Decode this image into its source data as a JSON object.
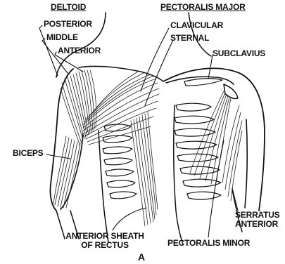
{
  "labels": {
    "deltoid": "DELTOID",
    "posterior": "POSTERIOR",
    "middle": "MIDDLE",
    "anterior": "ANTERIOR",
    "pectoralis_major": "PECTORALIS MAJOR",
    "clavicular": "CLAVICULAR",
    "sternal": "STERNAL",
    "subclavius": "SUBCLAVIUS",
    "biceps": "BICEPS",
    "anterior_sheath_line1": "ANTERIOR SHEATH",
    "anterior_sheath_line2": "OF RECTUS",
    "serratus_line1": "SERRATUS",
    "serratus_line2": "ANTERIOR",
    "pectoralis_minor": "PECTORALIS MINOR",
    "figure_letter": "A"
  }
}
